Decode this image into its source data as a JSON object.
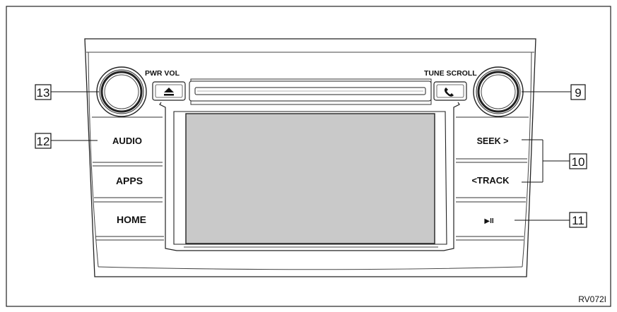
{
  "knobs": {
    "left_label": "PWR VOL",
    "right_label": "TUNE SCROLL"
  },
  "buttons": {
    "audio": "AUDIO",
    "apps": "APPS",
    "home": "HOME",
    "seek": "SEEK >",
    "track": "<TRACK",
    "play_pause": "▶II"
  },
  "icons": {
    "eject": "eject-icon",
    "phone": "phone-icon"
  },
  "callouts": {
    "c13": "13",
    "c12": "12",
    "c9": "9",
    "c10": "10",
    "c11": "11"
  },
  "figure_code": "RV072I",
  "colors": {
    "screen": "#c9c9c9",
    "line": "#111111"
  }
}
